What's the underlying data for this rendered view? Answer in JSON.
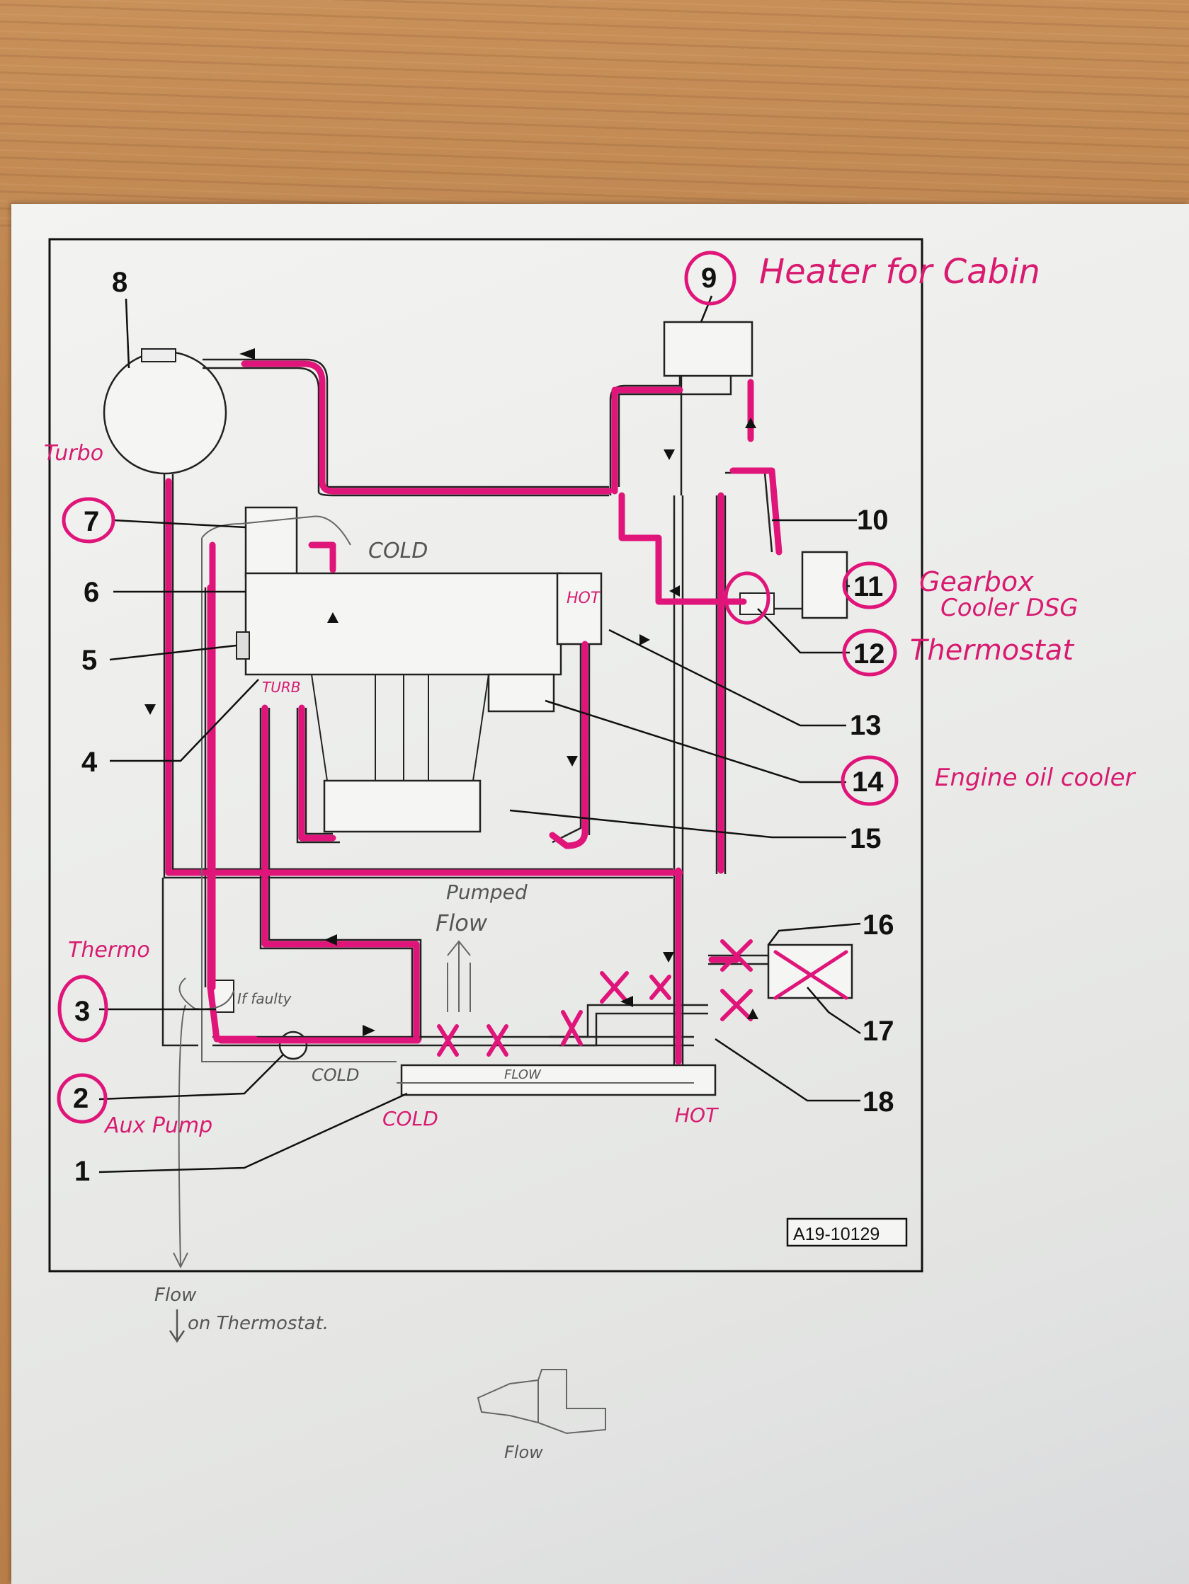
{
  "labels": {
    "n1": "1",
    "n2": "2",
    "n3": "3",
    "n4": "4",
    "n5": "5",
    "n6": "6",
    "n7": "7",
    "n8": "8",
    "n9": "9",
    "n10": "10",
    "n11": "11",
    "n12": "12",
    "n13": "13",
    "n14": "14",
    "n15": "15",
    "n16": "16",
    "n17": "17",
    "n18": "18"
  },
  "reference_code": "A19-10129",
  "annotations": {
    "heater": "Heater for Cabin",
    "turbo": "Turbo",
    "gearbox_line1": "Gearbox",
    "gearbox_line2": "Cooler DSG",
    "thermostat": "Thermostat",
    "engine_oil": "Engine oil cooler",
    "thermo": "Thermo",
    "aux_pump": "Aux Pump",
    "hot_top": "HOT",
    "hot_bottom": "HOT",
    "cold_bottom": "COLD",
    "turbo_small": "TURB"
  },
  "pencil_notes": {
    "cold_top": "COLD",
    "cold_pump": "COLD",
    "pumped_1": "Pumped",
    "pumped_2": "Flow",
    "if_faulty": "If faulty",
    "flow_bar": "FLOW",
    "flow_under": "Flow",
    "on_thermostat": "on Thermostat.",
    "flow_sketch": "Flow"
  },
  "colors": {
    "marker": "#e0157a",
    "pencil": "#555555",
    "ink": "#111111"
  }
}
